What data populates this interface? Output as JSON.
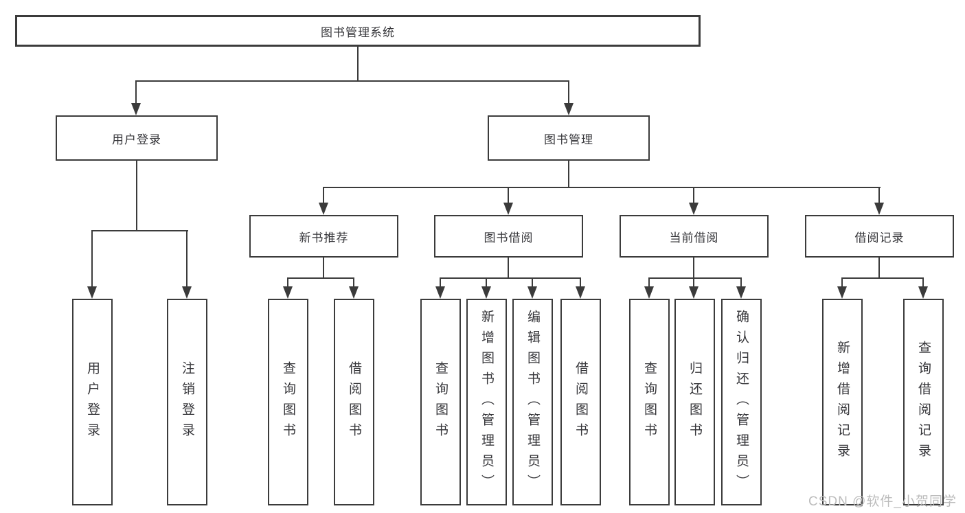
{
  "tree": {
    "root": "图书管理系统",
    "branches": [
      {
        "label": "用户登录",
        "leaves": [
          "用户登录",
          "注销登录"
        ]
      },
      {
        "label": "图书管理",
        "children": [
          {
            "label": "新书推荐",
            "leaves": [
              "查询图书",
              "借阅图书"
            ]
          },
          {
            "label": "图书借阅",
            "leaves": [
              "查询图书",
              "新增图书（管理员）",
              "编辑图书（管理员）",
              "借阅图书"
            ]
          },
          {
            "label": "当前借阅",
            "leaves": [
              "查询图书",
              "归还图书",
              "确认归还（管理员）"
            ]
          },
          {
            "label": "借阅记录",
            "leaves": [
              "新增借阅记录",
              "查询借阅记录"
            ]
          }
        ]
      }
    ]
  },
  "watermark": "CSDN @软件_小贺同学",
  "colors": {
    "line": "#3b3b3b",
    "text": "#36363a",
    "watermark": "#bcbcbc",
    "background": "#ffffff"
  }
}
